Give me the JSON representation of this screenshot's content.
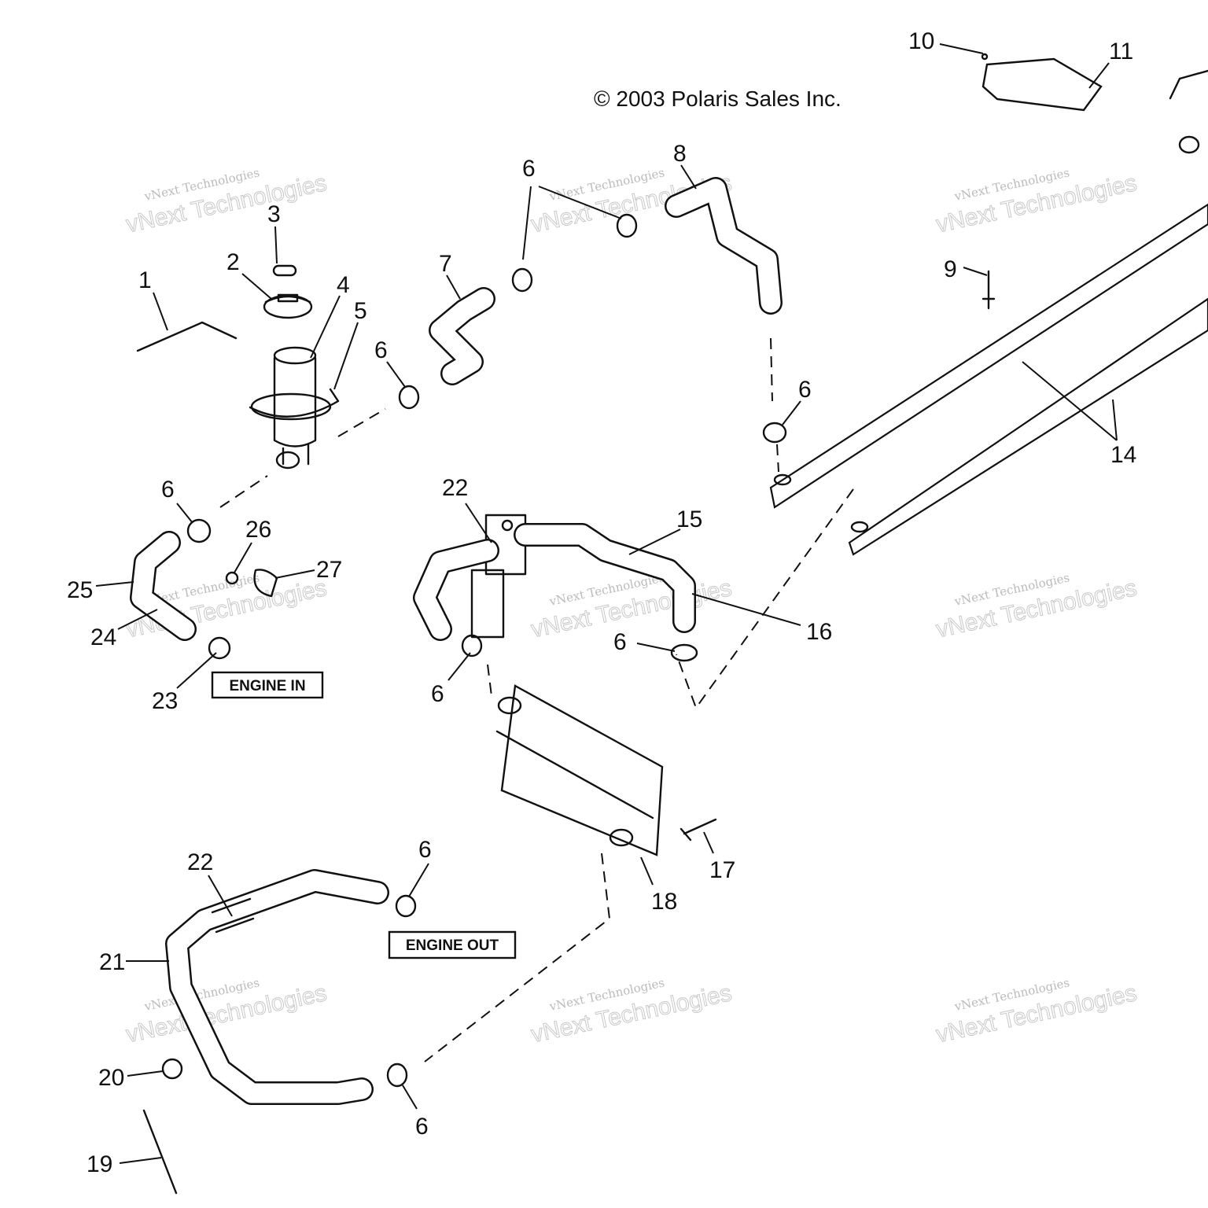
{
  "copyright": "© 2003 Polaris Sales Inc.",
  "box_labels": {
    "engine_in": "ENGINE IN",
    "engine_out": "ENGINE OUT"
  },
  "watermark": {
    "line1": "vNext Technologies",
    "line2": "vNext Technologies"
  },
  "callouts": {
    "c1": "1",
    "c2": "2",
    "c3": "3",
    "c4": "4",
    "c5": "5",
    "c6a": "6",
    "c6b": "6",
    "c6c": "6",
    "c6d": "6",
    "c6e": "6",
    "c6f": "6",
    "c6g": "6",
    "c6h": "6",
    "c7": "7",
    "c8": "8",
    "c9": "9",
    "c10": "10",
    "c11": "11",
    "c14": "14",
    "c15": "15",
    "c16": "16",
    "c17": "17",
    "c18": "18",
    "c19": "19",
    "c20": "20",
    "c21": "21",
    "c22a": "22",
    "c22b": "22",
    "c23": "23",
    "c24": "24",
    "c25": "25",
    "c26": "26",
    "c27": "27"
  }
}
